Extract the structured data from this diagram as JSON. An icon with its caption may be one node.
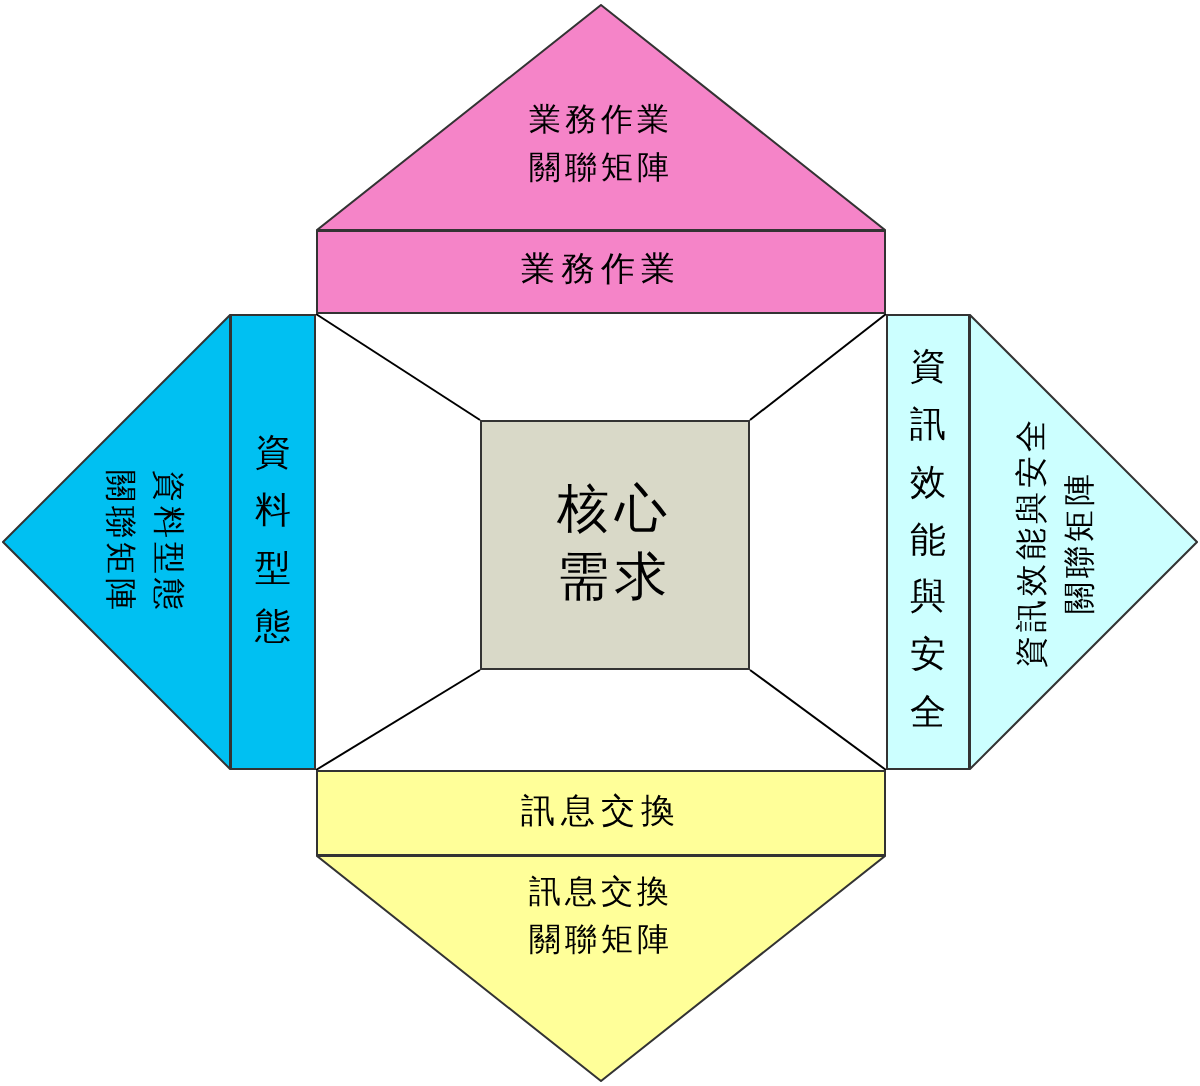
{
  "diagram": {
    "nodes": [
      {
        "text": [
          "業務作業關聯矩陣"
        ]
      },
      {
        "text": [
          "業務作業"
        ]
      },
      {
        "text": [
          "資料型態關聯矩陣"
        ]
      },
      {
        "text": [
          "資料型態"
        ]
      },
      {
        "text": [
          "核心需求"
        ]
      },
      {
        "text": [
          "資訊效能與安全"
        ]
      },
      {
        "text": [
          "資訊效能與安全關聯矩陣"
        ]
      },
      {
        "text": [
          "訊息交換"
        ]
      },
      {
        "text": [
          "訊息交換關聯矩陣"
        ]
      }
    ],
    "edges": [
      {
        "from": 4,
        "to": 3,
        "arrow": "none"
      },
      {
        "from": 4,
        "to": 5,
        "arrow": "none"
      },
      {
        "from": 4,
        "to": 3,
        "arrow": "none"
      },
      {
        "from": 4,
        "to": 5,
        "arrow": "none"
      }
    ]
  }
}
